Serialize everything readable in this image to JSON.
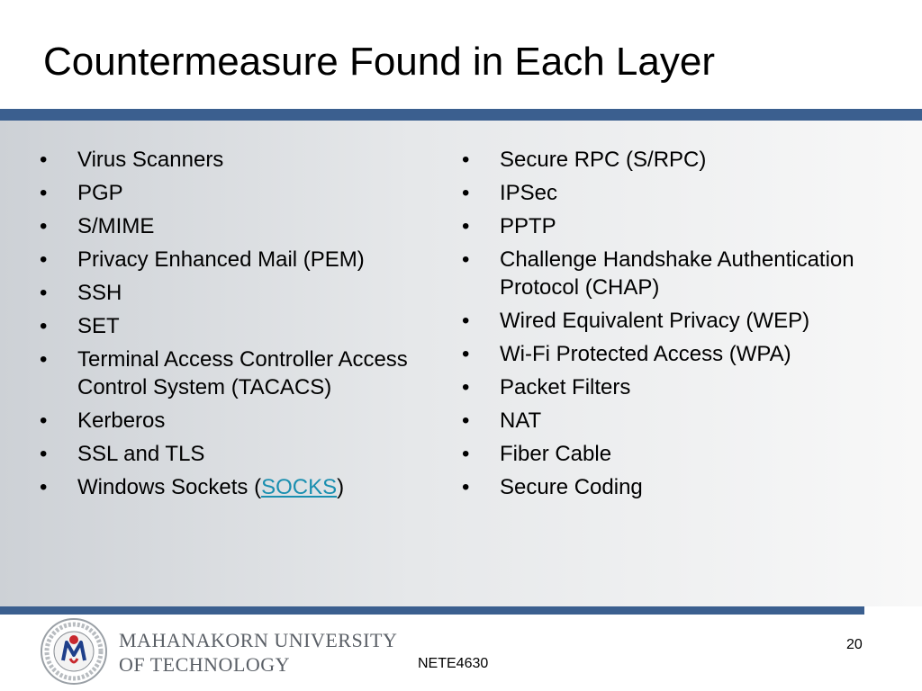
{
  "slide": {
    "title": "Countermeasure Found in Each Layer",
    "bullet_glyph": "•",
    "left_items": [
      "Virus Scanners",
      "PGP",
      "S/MIME",
      "Privacy Enhanced Mail (PEM)",
      "SSH",
      "SET",
      "Terminal Access Controller Access Control System (TACACS)",
      "Kerberos",
      "SSL and TLS"
    ],
    "left_last": {
      "prefix": "Windows Sockets (",
      "link_text": "SOCKS",
      "suffix": ")"
    },
    "right_items": [
      "Secure RPC (S/RPC)",
      "IPSec",
      "PPTP",
      "Challenge Handshake Authentication Protocol (CHAP)",
      "Wired Equivalent Privacy (WEP)",
      "Wi-Fi Protected Access (WPA)",
      "Packet Filters",
      "NAT",
      "Fiber Cable",
      "Secure Coding"
    ]
  },
  "footer": {
    "university_line1": "MAHANAKORN UNIVERSITY",
    "university_line2": "OF TECHNOLOGY",
    "course_code": "NETE4630",
    "page_number": "20"
  },
  "colors": {
    "band": "#3b5f8f",
    "link": "#1a8fb0"
  }
}
